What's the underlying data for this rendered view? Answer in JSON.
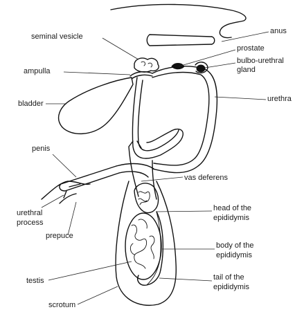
{
  "labels": {
    "seminal_vesicle": "seminal vesicle",
    "anus": "anus",
    "prostate": "prostate",
    "bulbo_urethral_gland_line1": "bulbo-urethral",
    "bulbo_urethral_gland_line2": "gland",
    "ampulla": "ampulla",
    "bladder": "bladder",
    "urethra": "urethra",
    "penis": "penis",
    "vas_deferens": "vas deferens",
    "urethral_process_line1": "urethral",
    "urethral_process_line2": "process",
    "head_epididymis_line1": "head of the",
    "head_epididymis_line2": "epididymis",
    "prepuce": "prepuce",
    "body_epididymis_line1": "body of the",
    "body_epididymis_line2": "epididymis",
    "testis": "testis",
    "tail_epididymis_line1": "tail of the",
    "tail_epididymis_line2": "epididymis",
    "scrotum": "scrotum"
  },
  "colors": {
    "ink": "#111111",
    "background": "#ffffff"
  }
}
